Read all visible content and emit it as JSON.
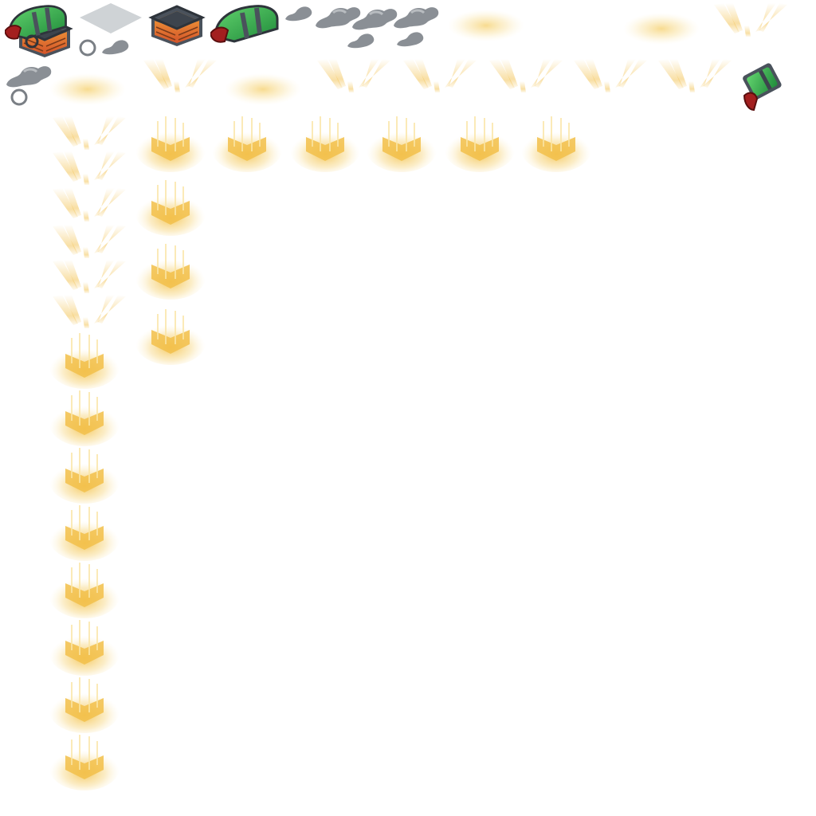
{
  "sheet": {
    "sprites": {
      "chest_open": "treasure-chest-open",
      "chest_shadow": "chest-shadow-tile",
      "chest_box": "chest-box-empty",
      "chest_lid": "chest-lid",
      "chest_icon": "chest-icon-tilted",
      "smoke": "smoke-puff",
      "glow": "golden-glow",
      "rays": "light-rays",
      "sparkle": "gold-sparkle-burst"
    },
    "colors": {
      "gold": "#f3c24a",
      "gold_light": "#fbe39a",
      "chest_green": "#2aa34a",
      "chest_red": "#a31f1f",
      "metal": "#5a6470",
      "smoke": "#8a8f95",
      "shadow": "#cfd3d6"
    }
  }
}
